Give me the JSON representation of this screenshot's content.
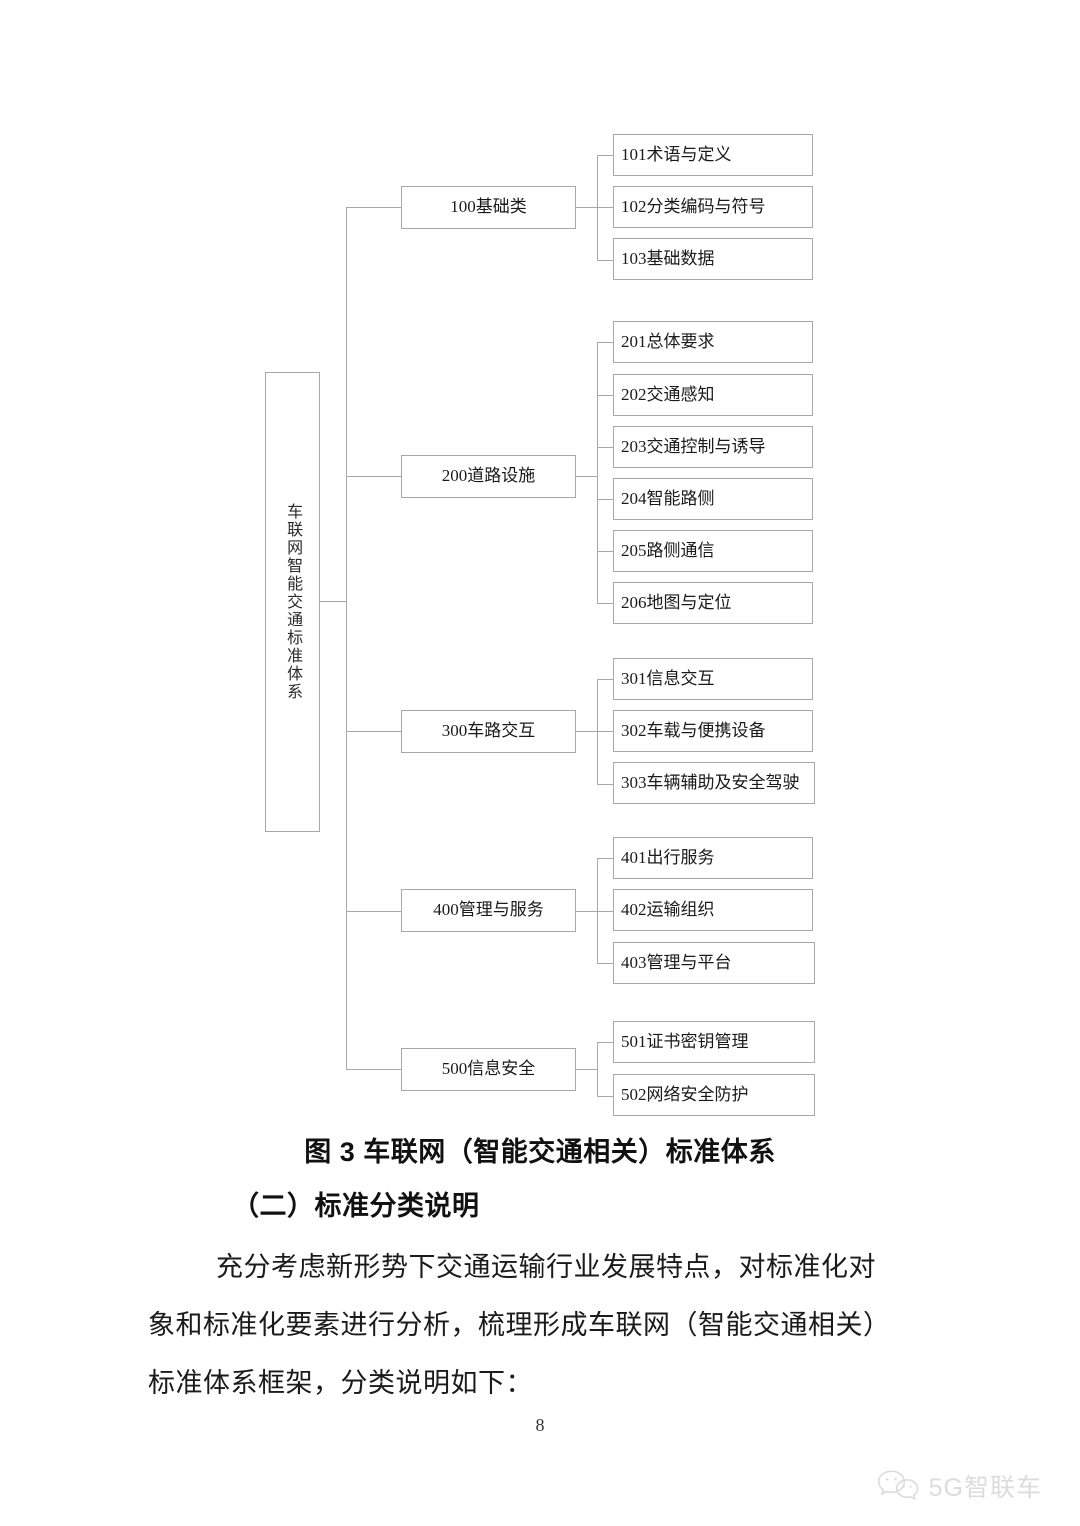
{
  "page": {
    "number": "8",
    "background": "#ffffff",
    "line_color": "#a8a8a8",
    "text_color": "#111111"
  },
  "diagram": {
    "type": "tree",
    "root": {
      "label": "车联网智能交通标准体系",
      "orientation": "vertical-text"
    },
    "branches": [
      {
        "label": "100基础类",
        "children": [
          {
            "label": "101术语与定义"
          },
          {
            "label": "102分类编码与符号"
          },
          {
            "label": "103基础数据"
          }
        ]
      },
      {
        "label": "200道路设施",
        "children": [
          {
            "label": "201总体要求"
          },
          {
            "label": "202交通感知"
          },
          {
            "label": "203交通控制与诱导"
          },
          {
            "label": "204智能路侧"
          },
          {
            "label": "205路侧通信"
          },
          {
            "label": "206地图与定位"
          }
        ]
      },
      {
        "label": "300车路交互",
        "children": [
          {
            "label": "301信息交互"
          },
          {
            "label": "302车载与便携设备"
          },
          {
            "label": "303车辆辅助及安全驾驶"
          }
        ]
      },
      {
        "label": "400管理与服务",
        "children": [
          {
            "label": "401出行服务"
          },
          {
            "label": "402运输组织"
          },
          {
            "label": "403管理与平台"
          }
        ]
      },
      {
        "label": "500信息安全",
        "children": [
          {
            "label": "501证书密钥管理"
          },
          {
            "label": "502网络安全防护"
          }
        ]
      }
    ]
  },
  "figure_caption": "图 3 车联网（智能交通相关）标准体系",
  "section_heading": "（二）标准分类说明",
  "body_paragraph": {
    "lines": [
      "充分考虑新形势下交通运输行业发展特点，对标准化对",
      "象和标准化要素进行分析，梳理形成车联网（智能交通相关）",
      "标准体系框架，分类说明如下："
    ]
  },
  "watermark": {
    "icon": "wechat-icon",
    "text": "5G智联车"
  }
}
